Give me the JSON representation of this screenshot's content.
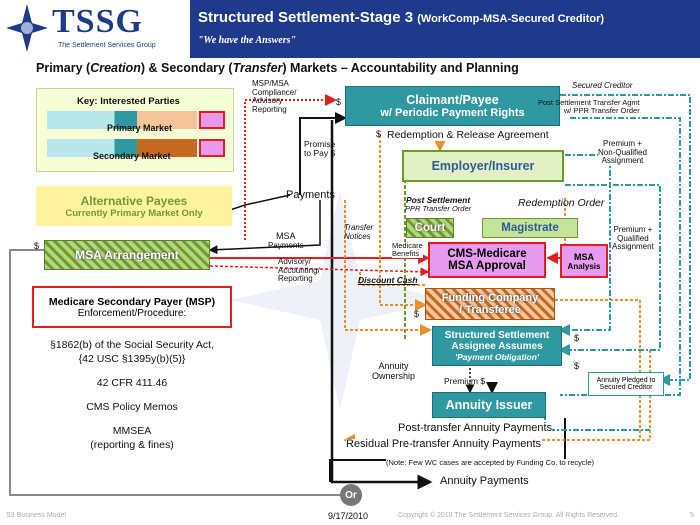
{
  "header": {
    "logo_text": "TSSG",
    "logo_subtitle": "The Settlement Services Group",
    "title": "Structured Settlement-Stage 3",
    "title_paren": "(WorkComp-MSA-Secured Creditor)",
    "tagline": "\"We have the Answers\""
  },
  "subtitle": {
    "part1": "Primary (",
    "italic1": "Creation",
    "part2": ")  &  Secondary (",
    "italic2": "Transfer",
    "part3": ") Markets – Accountability and Planning"
  },
  "key": {
    "title": "Key:  Interested Parties",
    "primary": "Primary Market",
    "secondary": "Secondary Market"
  },
  "alt_payees": {
    "title": "Alternative Payees",
    "sub": "Currently Primary Market Only"
  },
  "msa_arrangement": "MSA Arrangement",
  "msp": {
    "title": "Medicare Secondary Payer (MSP)",
    "sub": "Enforcement/Procedure:",
    "items": [
      "§1862(b) of the Social Security Act,",
      "{42 USC §1395y(b)(5)}",
      "42 CFR 411.46",
      "CMS Policy Memos",
      "MMSEA",
      "(reporting & fines)"
    ]
  },
  "claimant": {
    "line1": "Claimant/Payee",
    "line2": "w/ Periodic Payment Rights"
  },
  "employer": "Employer/Insurer",
  "court": "Court",
  "magistrate": "Magistrate",
  "cms": {
    "line1": "CMS-Medicare",
    "line2": "MSA Approval"
  },
  "msa_analysis": {
    "line1": "MSA",
    "line2": "Analysis"
  },
  "funding": {
    "line1": "Funding Company",
    "line2": "/ Transferee"
  },
  "assignee": {
    "line1": "Structured Settlement",
    "line2": "Assignee Assumes",
    "line3": "'Payment Obligation'"
  },
  "annuity_issuer": "Annuity Issuer",
  "labels": {
    "msp_compliance": [
      "MSP/MSA",
      "Compliance/",
      "Advisory",
      "Reporting"
    ],
    "payments": "Payments",
    "msa_payments": [
      "MSA",
      "Payments"
    ],
    "advisory": [
      "Advisory/",
      "Accounting/",
      "Reporting"
    ],
    "promise": [
      "Promise",
      "to Pay $"
    ],
    "transfer_notices": [
      "Transfer",
      "Notices"
    ],
    "medicare_benefits": [
      "Medicare",
      "Benefits"
    ],
    "discount_cash": "Discount Cash",
    "redemption_release": "Redemption & Release Agreement",
    "redemption_order": "Redemption Order",
    "post_settlement": "Post Settlement",
    "ppr_order": "PPR Transfer Order",
    "secured_creditor": "Secured Creditor",
    "post_settlement_transfer": [
      "Post Settlement Transfer Agmt",
      "w/ PPR Transfer Order"
    ],
    "premium_nq": [
      "Premium +",
      "Non-Qualified",
      "Assignment"
    ],
    "premium_q": [
      "Premium +",
      "Qualified",
      "Assignment"
    ],
    "annuity_ownership": [
      "Annuity",
      "Ownership"
    ],
    "premium_dollar": "Premium $",
    "annuity_pledged": [
      "Annuity Pledged to",
      "Secured Creditor"
    ],
    "post_transfer": "Post-transfer Annuity Payments",
    "residual": "Residual Pre-transfer Annuity Payments",
    "note": "(Note: Few WC cases are accepted by Funding Co. to recycle)",
    "annuity_payments": "Annuity Payments",
    "dollar": "$",
    "or": "Or"
  },
  "footer": {
    "left": "S3 Business Model",
    "date": "9/17/2010",
    "copyright": "Copyright © 2010 The Settlement Services Group.  All Rights Reserved.",
    "page": "5"
  },
  "colors": {
    "navy": "#1f3a8a",
    "teal": "#2f98a0",
    "red": "#e02020",
    "green": "#6e9b2e",
    "orange": "#e8902a",
    "magenta": "#e89af0"
  }
}
